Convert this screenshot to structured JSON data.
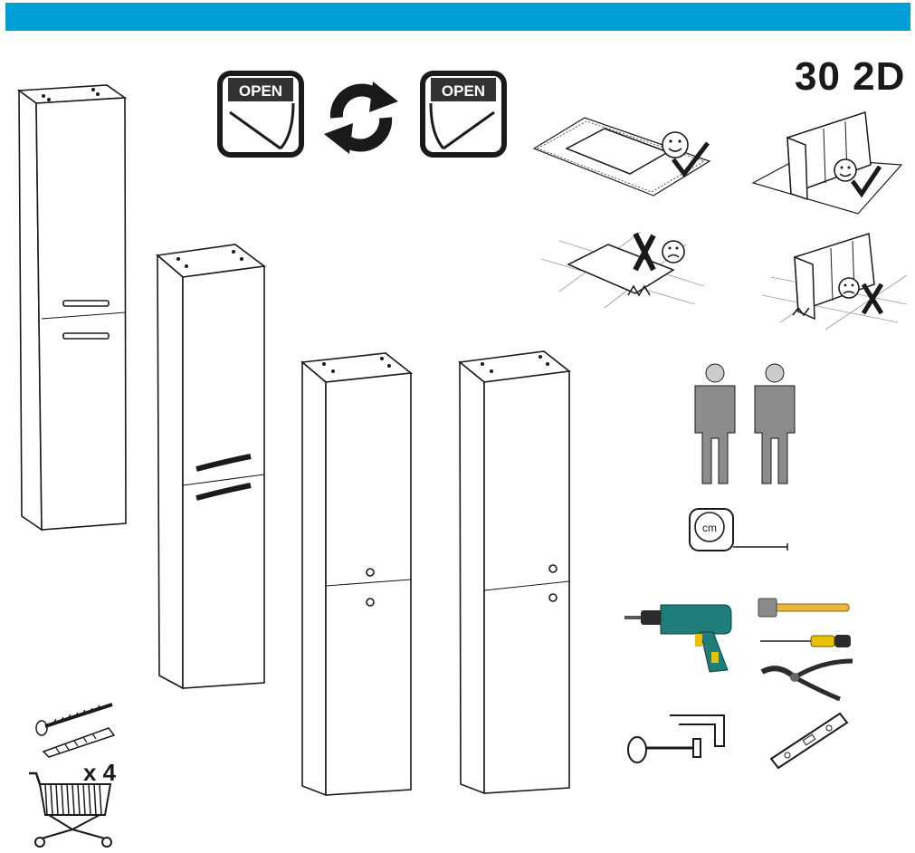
{
  "header": {
    "bar_color": "#00a0d6"
  },
  "model": {
    "title": "30 2D"
  },
  "door_direction": {
    "left_badge": "OPEN",
    "right_badge": "OPEN",
    "swap_icon": "rotate-arrows-icon"
  },
  "hardware": {
    "quantity": "x 4"
  },
  "assembly_surface": {
    "good": "smiley-check-icon",
    "bad": "frown-cross-icon"
  },
  "tools": [
    "drill-icon",
    "hammer-icon",
    "screwdriver-icon",
    "pliers-icon",
    "clamp-icon",
    "spirit-level-icon",
    "tape-measure-icon"
  ],
  "tape_measure": {
    "unit": "cm"
  },
  "persons_required": 2
}
